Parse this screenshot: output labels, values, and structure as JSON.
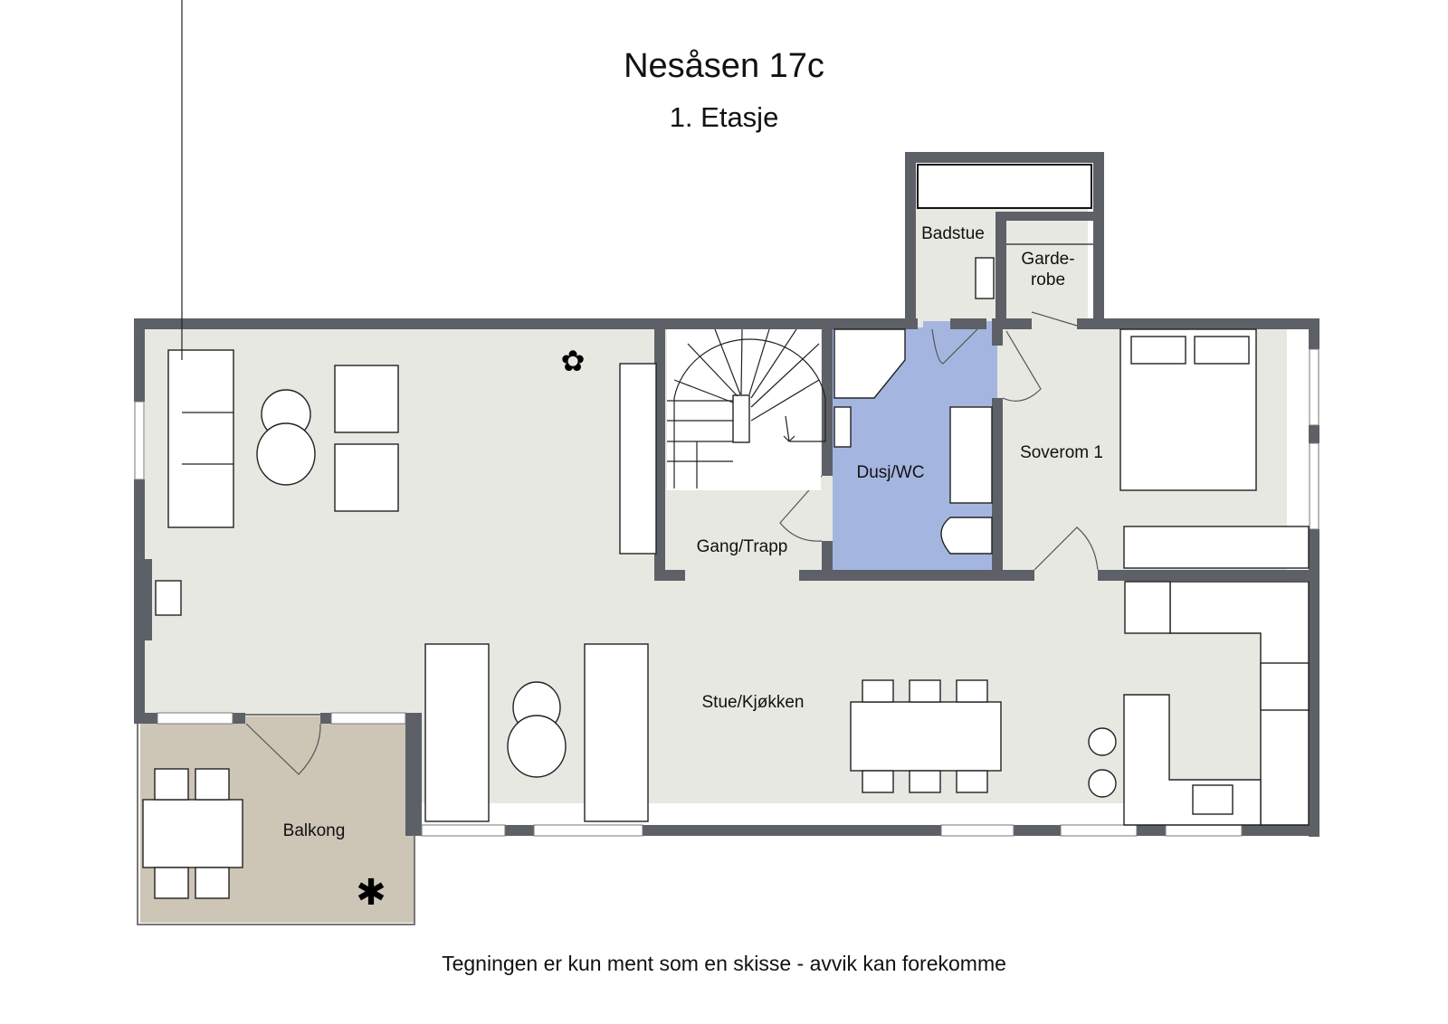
{
  "header": {
    "title": "Nesåsen 17c",
    "subtitle": "1. Etasje"
  },
  "footer": {
    "note": "Tegningen er kun ment som en skisse - avvik kan forekomme"
  },
  "colors": {
    "wall": "#5d6066",
    "floor": "#e8e8e2",
    "bathroom": "#a4b6e0",
    "balcony": "#cdc5b6",
    "furniture": "#ffffff"
  },
  "rooms": {
    "badstue": "Badstue",
    "garderobe_1": "Garde-",
    "garderobe_2": "robe",
    "dusj_wc": "Dusj/WC",
    "soverom": "Soverom 1",
    "gang_trapp": "Gang/Trapp",
    "stue_kjokken": "Stue/Kjøkken",
    "balkong": "Balkong"
  }
}
